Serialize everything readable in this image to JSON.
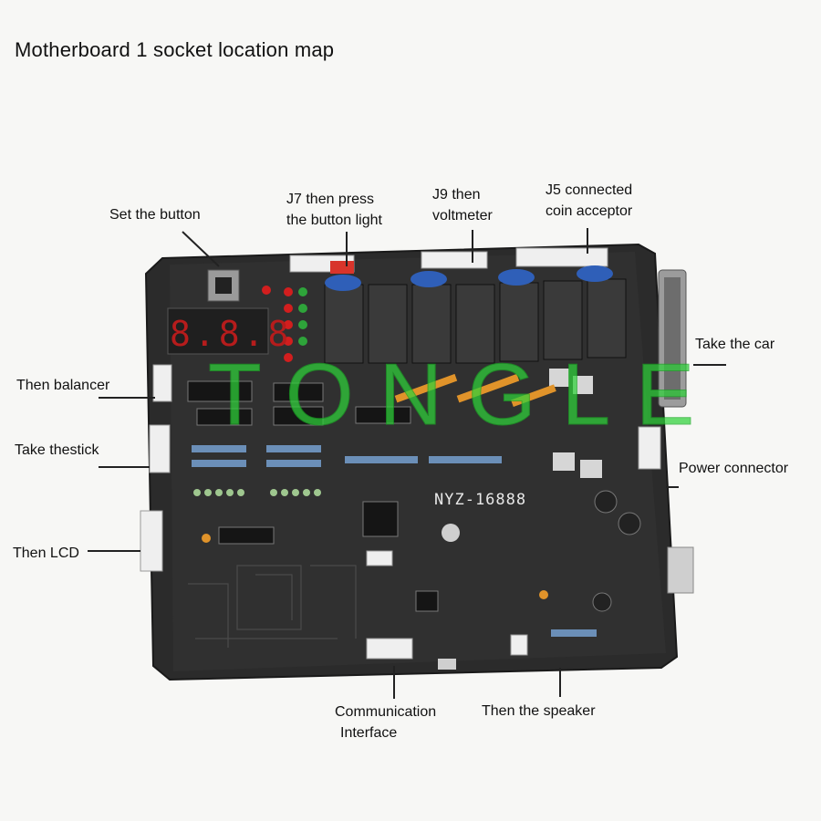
{
  "title": "Motherboard 1 socket location map",
  "board": {
    "model": "NYZ-16888",
    "display_digits": "8.8.8",
    "watermark": "TONGLE"
  },
  "labels": {
    "set_button": "Set the button",
    "j7": [
      "J7 then press",
      "the button light"
    ],
    "j9": [
      "J9 then",
      "voltmeter"
    ],
    "j5": [
      "J5 connected",
      "coin acceptor"
    ],
    "take_car": "Take the car",
    "balancer": "Then balancer",
    "stick": "Take thestick",
    "power": "Power connector",
    "lcd": "Then LCD",
    "communication": [
      "Communication",
      "Interface"
    ],
    "speaker": "Then the speaker"
  },
  "colors": {
    "pcb": "#2b2b2b",
    "relay": "#3a3a3a",
    "capacitor_blue": "#2f5fb8",
    "led_red": "#d21e1e",
    "led_green": "#2ea43a",
    "connector": "#efefef",
    "watermark": "#2fd23a"
  }
}
